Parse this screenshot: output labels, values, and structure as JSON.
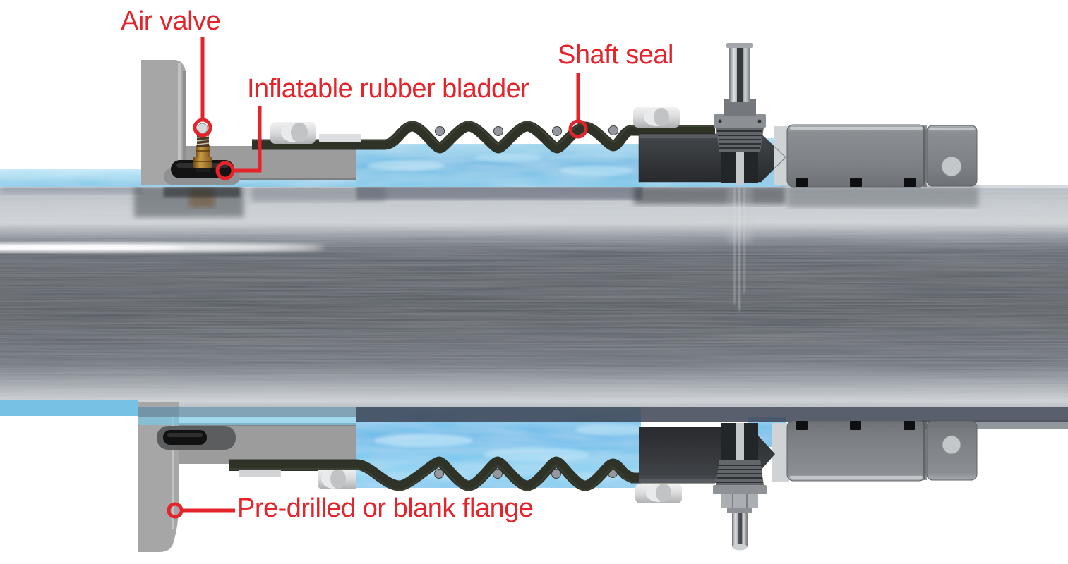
{
  "figure": {
    "type": "technical-cutaway-diagram",
    "subject": "Inflatable rubber shaft seal assembly shown in cross-section on a rotating shaft (upper section and mirrored lower section)"
  },
  "callouts": [
    {
      "id": "air-valve",
      "label": "Air valve"
    },
    {
      "id": "inflatable-rubber-bladder",
      "label": "Inflatable rubber bladder"
    },
    {
      "id": "shaft-seal",
      "label": "Shaft seal"
    },
    {
      "id": "pre-drilled-or-blank-flange",
      "label": "Pre-drilled or blank flange"
    }
  ],
  "colors": {
    "callout_red": "#e4232b",
    "background": "#ffffff",
    "water_blue": "#6cc0e6",
    "water_light": "#a9def4",
    "bladder_olive": "#2e3227",
    "housing_charcoal": "#3a3d41",
    "flange_gray": "#a6a6a6",
    "shaft_dark": "#51565d",
    "shaft_light": "#c9cdd2",
    "brass": "#b08136",
    "box_gray": "#82868b"
  }
}
